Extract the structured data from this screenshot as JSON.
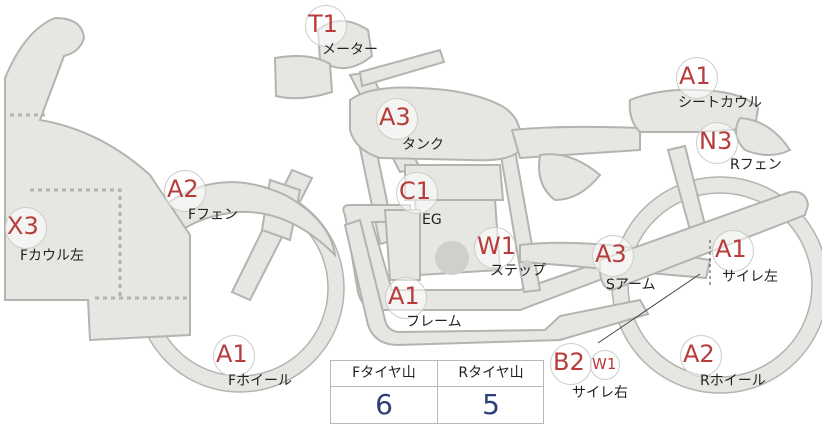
{
  "annotations": [
    {
      "code": "T1",
      "label": "メーター"
    },
    {
      "code": "A1",
      "label": "シートカウル"
    },
    {
      "code": "A3",
      "label": "タンク"
    },
    {
      "code": "N3",
      "label": "Rフェン"
    },
    {
      "code": "A2",
      "label": "Fフェン"
    },
    {
      "code": "C1",
      "label": "EG"
    },
    {
      "code": "X3",
      "label": "Fカウル左"
    },
    {
      "code": "W1",
      "label": "ステップ"
    },
    {
      "code": "A3",
      "label": "Sアーム"
    },
    {
      "code": "A1",
      "label": "サイレ左"
    },
    {
      "code": "A1",
      "label": "フレーム"
    },
    {
      "code": "A1",
      "label": "Fホイール"
    },
    {
      "code": "B2",
      "code2": "W1",
      "label": "サイレ右"
    },
    {
      "code": "A2",
      "label": "Rホイール"
    }
  ],
  "tread_table": {
    "headers": [
      "Fタイヤ山",
      "Rタイヤ山"
    ],
    "values": [
      "6",
      "5"
    ]
  }
}
